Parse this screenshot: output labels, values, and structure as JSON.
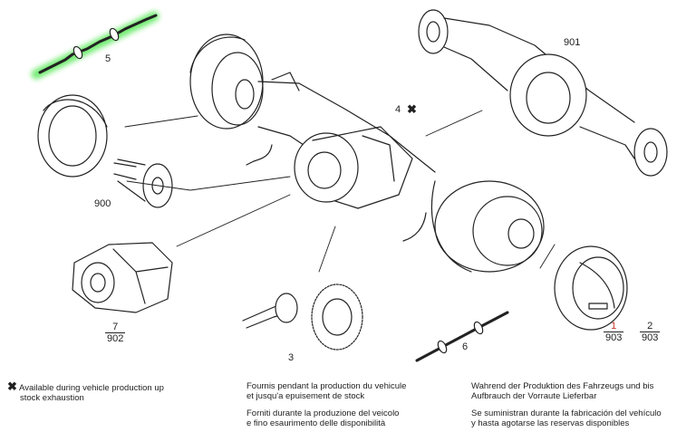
{
  "callouts": {
    "p5": "5",
    "p901": "901",
    "p4": "4",
    "p900": "900",
    "p3": "3",
    "p6": "6",
    "p7_num": "7",
    "p7_den": "902",
    "p1_num": "1",
    "p1_den": "903",
    "p2_num": "2",
    "p2_den": "903"
  },
  "legend": {
    "marker": "✖",
    "en": [
      "Available during vehicle production up",
      "stock exhaustion"
    ],
    "fr": [
      "Fournis pendant la production du vehicule",
      "et jusqu'a epuisement de stock"
    ],
    "it": [
      "Forniti durante la produzione del veicolo",
      "e fino esaurimento delle disponibilità"
    ],
    "de": [
      "Wahrend der Produktion des Fahrzeugs und bis",
      "Aufbrauch der Vorraute Lieferbar"
    ],
    "es": [
      "Se suministran durante la fabricación del vehículo",
      "y hasta agotarse las reservas disponibles"
    ]
  },
  "colors": {
    "highlight": "#5ce85c",
    "ink": "#222222",
    "accent_red": "#c0392b"
  }
}
